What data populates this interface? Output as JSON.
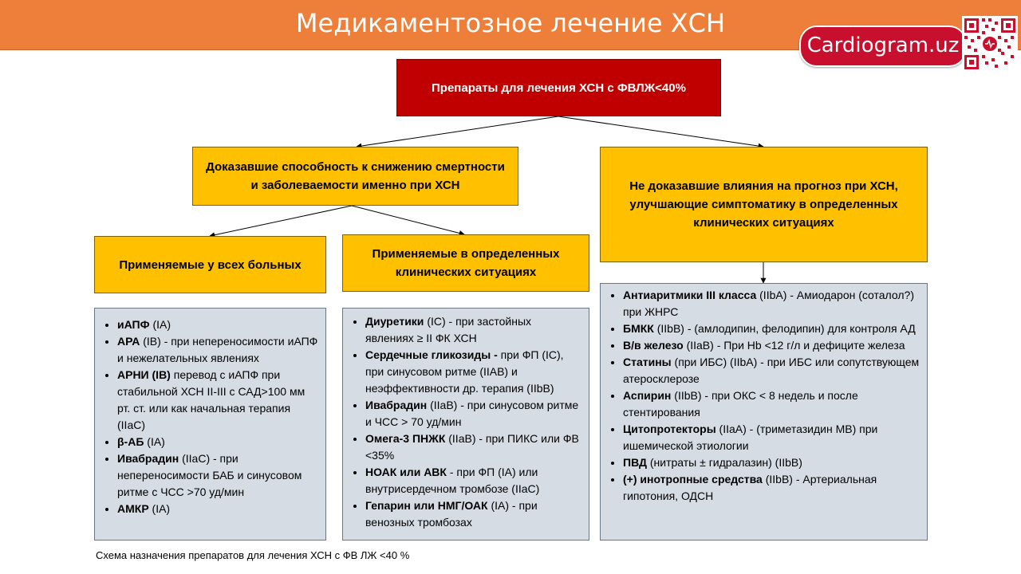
{
  "header": {
    "title": "Медикаментозное лечение ХСН",
    "brand": "Cardiogram.uz"
  },
  "root": {
    "text": "Препараты для лечения ХСН с ФВЛЖ<40%"
  },
  "proven": {
    "text": "Доказавшие способность к снижению смертности и заболеваемости именно при ХСН"
  },
  "unproven": {
    "text": "Не доказавшие влияния на прогноз при ХСН, улучшающие симптоматику в определенных клинических ситуациях"
  },
  "all_patients": {
    "text": "Применяемые у всех больных"
  },
  "specific": {
    "text": "Применяемые в определенных клинических ситуациях"
  },
  "list_all": [
    {
      "name": "иАПФ",
      "sep": " ",
      "detail": "(IA)"
    },
    {
      "name": "АРА",
      "sep": " ",
      "detail": "(IB) - при непереносимости иАПФ и нежелательных явлениях"
    },
    {
      "name": "АРНИ (IB)",
      "sep": " ",
      "detail": "перевод с иАПФ при стабильной ХСН II-III с САД>100 мм рт. ст. или как начальная терапия (IIaC)"
    },
    {
      "name": "β-АБ",
      "sep": " ",
      "detail": "(IA)"
    },
    {
      "name": "Ивабрадин",
      "sep": " ",
      "detail": "(IIaC) - при непереносимости БАБ и синусовом ритме с ЧСС >70 уд/мин"
    },
    {
      "name": "АМКР",
      "sep": " ",
      "detail": "(IA)"
    }
  ],
  "list_specific": [
    {
      "name": "Диуретики",
      "sep": " ",
      "detail": "(IC) - при застойных явлениях ≥ II ФК ХСН"
    },
    {
      "name": "Сердечные гликозиды -",
      "sep": " ",
      "detail": "при ФП (IC), при синусовом ритме (IIAB) и неэффективности др. терапия (IIbB)"
    },
    {
      "name": "Ивабрадин",
      "sep": " ",
      "detail": "(IIaB) - при синусовом ритме и ЧСС > 70 уд/мин"
    },
    {
      "name": "Омега-3 ПНЖК",
      "sep": " ",
      "detail": "(IIaB) - при ПИКС или ФВ <35%"
    },
    {
      "name": "НОАК или АВК",
      "sep": " ",
      "detail": "- при ФП (IA) или внутрисердечном тромбозе (IIaC)"
    },
    {
      "name": "Гепарин или НМГ/ОАК",
      "sep": " ",
      "detail": "(IA) - при венозных тромбозах"
    }
  ],
  "list_unproven": [
    {
      "name": "Антиаритмики III класса",
      "sep": " ",
      "detail": "(IIbA) - Амиодарон (соталол?) при ЖНРС"
    },
    {
      "name": "БМКК",
      "sep": " ",
      "detail": "(IIbB) - (амлодипин, фелодипин) для контроля АД"
    },
    {
      "name": "В/в железо",
      "sep": " ",
      "detail": "(IIaB) - При Hb <12 г/л и дефиците железа"
    },
    {
      "name": "Статины",
      "sep": " ",
      "detail": "(при ИБС) (IIbA) - при ИБС или сопутствующем атеросклерозе"
    },
    {
      "name": "Аспирин",
      "sep": " ",
      "detail": "(IIbB) - при ОКС < 8 недель и после стентирования"
    },
    {
      "name": "Цитопротекторы",
      "sep": " ",
      "detail": "(IIaA) - (триметазидин МВ) при ишемической этиологии"
    },
    {
      "name": "ПВД",
      "sep": " ",
      "detail": "(нитраты ± гидралазин) (IIbB)"
    },
    {
      "name": "(+) инотропные средства",
      "sep": " ",
      "detail": "(IIbB) - Артериальная гипотония, ОДСН"
    }
  ],
  "caption": "Схема назначения препаратов для лечения ХСН с ФВ ЛЖ <40 %"
}
